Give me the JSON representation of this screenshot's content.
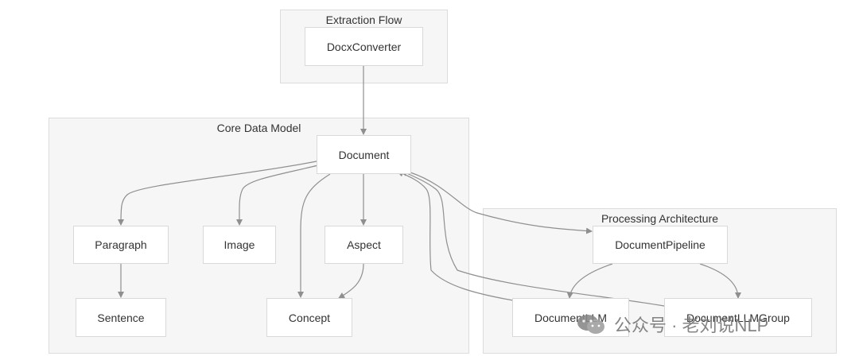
{
  "clusters": {
    "extraction": {
      "title": "Extraction Flow"
    },
    "core": {
      "title": "Core Data Model"
    },
    "processing": {
      "title": "Processing Architecture"
    }
  },
  "nodes": {
    "docx_converter": "DocxConverter",
    "document": "Document",
    "paragraph": "Paragraph",
    "image": "Image",
    "aspect": "Aspect",
    "sentence": "Sentence",
    "concept": "Concept",
    "document_pipeline": "DocumentPipeline",
    "document_llm": "DocumentLLM",
    "document_llm_group": "DocumentLLMGroup"
  },
  "edges": [
    {
      "from": "DocxConverter",
      "to": "Document"
    },
    {
      "from": "Document",
      "to": "Paragraph"
    },
    {
      "from": "Document",
      "to": "Image"
    },
    {
      "from": "Document",
      "to": "Aspect"
    },
    {
      "from": "Document",
      "to": "Concept"
    },
    {
      "from": "Paragraph",
      "to": "Sentence"
    },
    {
      "from": "Aspect",
      "to": "Concept"
    },
    {
      "from": "Document",
      "to": "DocumentPipeline"
    },
    {
      "from": "DocumentPipeline",
      "to": "DocumentLLM"
    },
    {
      "from": "DocumentPipeline",
      "to": "DocumentLLMGroup"
    },
    {
      "from": "DocumentLLM",
      "to": "Document"
    },
    {
      "from": "DocumentLLMGroup",
      "to": "Document"
    }
  ],
  "watermark": {
    "text": "公众号 · 老刘说NLP",
    "icon": "wechat-icon"
  }
}
